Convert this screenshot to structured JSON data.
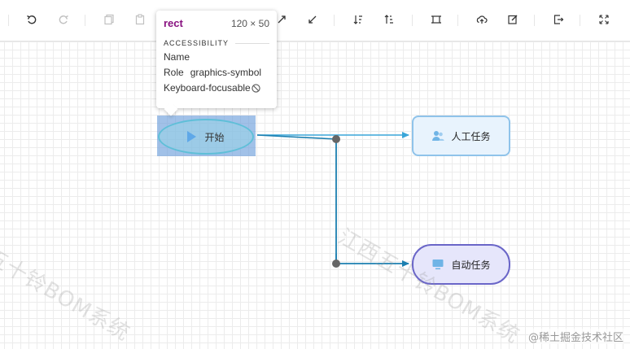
{
  "toolbar": {
    "buttons": [
      {
        "icon": "undo-icon",
        "enabled": true
      },
      {
        "icon": "redo-icon",
        "enabled": false
      },
      {
        "icon": "copy-icon",
        "enabled": false
      },
      {
        "icon": "paste-icon",
        "enabled": false
      },
      {
        "icon": "zoom-in-icon",
        "enabled": true
      },
      {
        "icon": "zoom-out-icon",
        "enabled": true
      },
      {
        "icon": "sort-desc-icon",
        "enabled": true
      },
      {
        "icon": "sort-asc-icon",
        "enabled": true
      },
      {
        "icon": "fit-view-icon",
        "enabled": true
      },
      {
        "icon": "upload-icon",
        "enabled": true
      },
      {
        "icon": "edit-icon",
        "enabled": true
      },
      {
        "icon": "export-icon",
        "enabled": true
      },
      {
        "icon": "fullscreen-icon",
        "enabled": true
      }
    ]
  },
  "tooltip": {
    "tag": "rect",
    "size": "120 × 50",
    "section": "ACCESSIBILITY",
    "name_label": "Name",
    "name_value": "",
    "role_label": "Role",
    "role_value": "graphics-symbol",
    "focus_label": "Keyboard-focusable"
  },
  "nodes": {
    "start": {
      "label": "开始"
    },
    "manual": {
      "label": "人工任务"
    },
    "auto": {
      "label": "自动任务"
    }
  },
  "colors": {
    "edge": "#1b7fb0",
    "edge_light": "#3aa6d8",
    "junction": "#666666"
  },
  "watermarks": {
    "left": "五十铃BOM系统",
    "right": "江西五十铃BOM系统",
    "corner": "@稀土掘金技术社区"
  }
}
